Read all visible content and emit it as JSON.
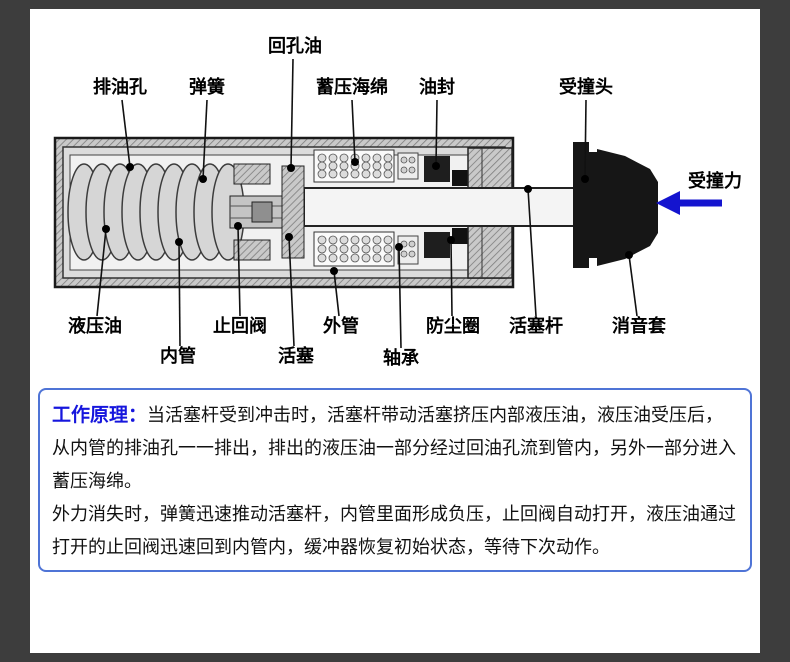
{
  "diagram": {
    "top_labels": [
      {
        "name": "return-oil-hole",
        "text": "回孔油"
      },
      {
        "name": "drain-hole",
        "text": "排油孔"
      },
      {
        "name": "spring",
        "text": "弹簧"
      },
      {
        "name": "accumulator-sponge",
        "text": "蓄压海绵"
      },
      {
        "name": "oil-seal",
        "text": "油封"
      },
      {
        "name": "impact-head",
        "text": "受撞头"
      }
    ],
    "bottom_labels": [
      {
        "name": "hydraulic-oil",
        "text": "液压油"
      },
      {
        "name": "inner-tube",
        "text": "内管"
      },
      {
        "name": "check-valve",
        "text": "止回阀"
      },
      {
        "name": "piston",
        "text": "活塞"
      },
      {
        "name": "outer-tube",
        "text": "外管"
      },
      {
        "name": "bearing",
        "text": "轴承"
      },
      {
        "name": "dust-ring",
        "text": "防尘圈"
      },
      {
        "name": "piston-rod",
        "text": "活塞杆"
      },
      {
        "name": "silencer-sleeve",
        "text": "消音套"
      }
    ],
    "force_label": "受撞力",
    "colors": {
      "force_arrow": "#1414cf",
      "frame": "#3d3d3d",
      "metal_dark": "#171717"
    }
  },
  "principle": {
    "title": "工作原理：",
    "paragraph1": "当活塞杆受到冲击时，活塞杆带动活塞挤压内部液压油，液压油受压后，从内管的排油孔一一排出，排出的液压油一部分经过回油孔流到管内，另外一部分进入蓄压海绵。",
    "paragraph2": "外力消失时，弹簧迅速推动活塞杆，内管里面形成负压，止回阀自动打开，液压油通过打开的止回阀迅速回到内管内，缓冲器恢复初始状态，等待下次动作。",
    "colors": {
      "title_text": "#1616dd",
      "box_border": "#4f74d6"
    }
  }
}
